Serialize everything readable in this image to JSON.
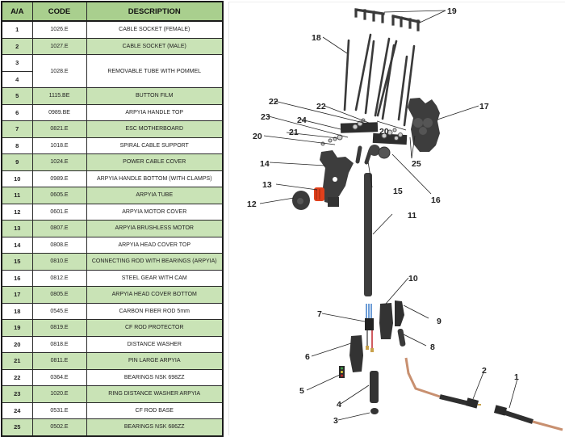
{
  "table": {
    "headers": {
      "aa": "A/A",
      "code": "CODE",
      "description": "DESCRIPTION"
    },
    "rows": [
      {
        "aa": "1",
        "code": "1026.E",
        "description": "CABLE SOCKET (FEMALE)"
      },
      {
        "aa": "2",
        "code": "1027.E",
        "description": "CABLE SOCKET (MALE)"
      },
      {
        "aa": "3",
        "code": "1028.E",
        "description": "REMOVABLE TUBE WITH POMMEL"
      },
      {
        "aa": "4",
        "code": "",
        "description": ""
      },
      {
        "aa": "5",
        "code": "1115.BE",
        "description": "BUTTON FILM"
      },
      {
        "aa": "6",
        "code": "0989.BE",
        "description": "ARPYIA HANDLE TOP"
      },
      {
        "aa": "7",
        "code": "0821.E",
        "description": "ESC MOTHERBOARD"
      },
      {
        "aa": "8",
        "code": "1018.E",
        "description": "SPIRAL CABLE SUPPORT"
      },
      {
        "aa": "9",
        "code": "1024.E",
        "description": "POWER CABLE COVER"
      },
      {
        "aa": "10",
        "code": "0989.E",
        "description": "ARPYIA HANDLE BOTTOM (WITH CLAMPS)"
      },
      {
        "aa": "11",
        "code": "0605.E",
        "description": "ARPYIA TUBE"
      },
      {
        "aa": "12",
        "code": "0601.E",
        "description": "ARPYIA MOTOR COVER"
      },
      {
        "aa": "13",
        "code": "0807.E",
        "description": "ARPYIA BRUSHLESS MOTOR"
      },
      {
        "aa": "14",
        "code": "0808.E",
        "description": "ARPYIA HEAD COVER TOP"
      },
      {
        "aa": "15",
        "code": "0810.E",
        "description": "CONNECTING ROD WITH BEARINGS (ARPYIA)"
      },
      {
        "aa": "16",
        "code": "0812.E",
        "description": "STEEL GEAR WITH CAM"
      },
      {
        "aa": "17",
        "code": "0805.E",
        "description": "ARPYIA HEAD COVER BOTTOM"
      },
      {
        "aa": "18",
        "code": "0545.E",
        "description": "CARBON FIBER ROD 5mm"
      },
      {
        "aa": "19",
        "code": "0819.E",
        "description": "CF ROD PROTECTOR"
      },
      {
        "aa": "20",
        "code": "0818.E",
        "description": "DISTANCE WASHER"
      },
      {
        "aa": "21",
        "code": "0811.E",
        "description": "PIN LARGE ARPYIA"
      },
      {
        "aa": "22",
        "code": "0364.E",
        "description": "BEARINGS NSK 698ZZ"
      },
      {
        "aa": "23",
        "code": "1020.E",
        "description": "RING DISTANCE WASHER ARPYIA"
      },
      {
        "aa": "24",
        "code": "0531.E",
        "description": "CF ROD BASE"
      },
      {
        "aa": "25",
        "code": "0502.E",
        "description": "BEARINGS NSK 686ZZ"
      }
    ]
  },
  "diagram": {
    "callouts": [
      "1",
      "2",
      "3",
      "4",
      "5",
      "6",
      "7",
      "8",
      "9",
      "10",
      "11",
      "12",
      "13",
      "14",
      "15",
      "16",
      "17",
      "18",
      "19",
      "20",
      "20",
      "21",
      "22",
      "22",
      "23",
      "24",
      "25"
    ]
  },
  "colors": {
    "header_green": "#a9cf8e",
    "row_green": "#c9e3b6",
    "part_dark": "#3a3a3a",
    "motor_orange": "#e0401c",
    "cable_copper": "#c89070"
  }
}
